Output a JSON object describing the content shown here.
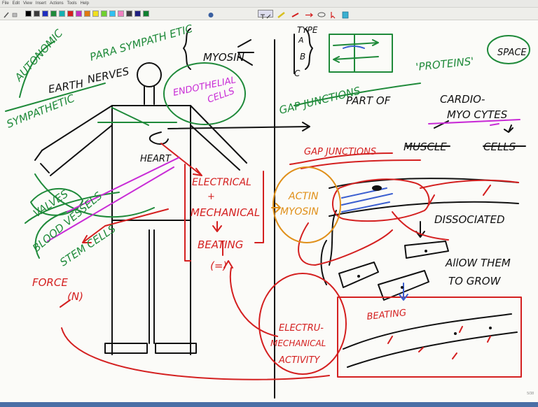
{
  "menu": [
    "File",
    "Edit",
    "View",
    "Insert",
    "Actions",
    "Tools",
    "Help"
  ],
  "palette": [
    "#000000",
    "#3a3a3a",
    "#1f2fbf",
    "#1f8a3a",
    "#15b0b0",
    "#d42020",
    "#c030c0",
    "#e07a10",
    "#f0e020",
    "#70d030",
    "#30c0f0",
    "#f080c0",
    "#404040",
    "#202080",
    "#108030"
  ],
  "notes": {
    "autonomic": "AUTONOMIC",
    "earth": "EARTH",
    "parasympathetic": "PARA SYMPATH ETIC",
    "sympathetic": "SYMPATHETIC",
    "nerves": "NERVES",
    "myosin_top": "MYOSIN",
    "type": "TYPE",
    "type_a": "A",
    "type_b": "B",
    "type_c": "C",
    "proteins": "'PROTEINS'",
    "space": "SPACE",
    "gap_junctions_top": "GAP JUNCTIONS",
    "part_of": "PART OF",
    "cardio": "CARDIO-",
    "myo_cytes": "MYO CYTES",
    "endothelial": "ENDOTHELIAL",
    "cells": "CELLS",
    "heart": "HEART",
    "gap_junctions": "GAP JUNCTIONS",
    "muscle": "MUSCLE",
    "cells_right": "CELLS",
    "valves": "VALVES",
    "blood_vessels": "BLOOD VESSELS",
    "stem_cells": "STEM CELLS",
    "electrical": "ELECTRICAL",
    "amp": "+",
    "mechanical": "MECHANICAL",
    "beating": "BEATING",
    "actin": "ACTIN",
    "myosin": "MYOSIN",
    "dissociated": "DISSOCIATED",
    "force": "FORCE",
    "newton": "(N)",
    "allow": "AllOW THEM",
    "to_grow": "TO GROW",
    "electro": "ELECTRU-",
    "mechanical2": "MECHANICAL",
    "activity": "ACTIVITY",
    "beating2": "BEATING",
    "equal": "(=)"
  },
  "page_number": "5/38"
}
